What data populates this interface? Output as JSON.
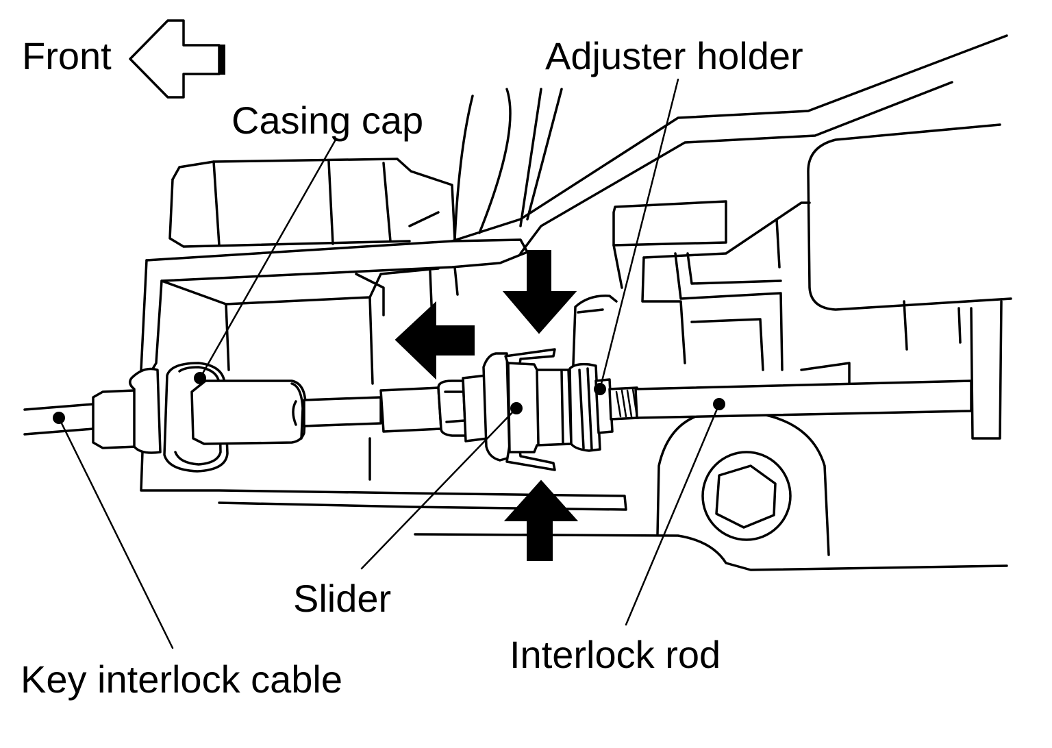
{
  "diagram": {
    "labels": {
      "front": "Front",
      "casing_cap": "Casing cap",
      "adjuster_holder": "Adjuster holder",
      "slider": "Slider",
      "interlock_rod": "Interlock rod",
      "key_interlock_cable": "Key interlock cable"
    }
  }
}
